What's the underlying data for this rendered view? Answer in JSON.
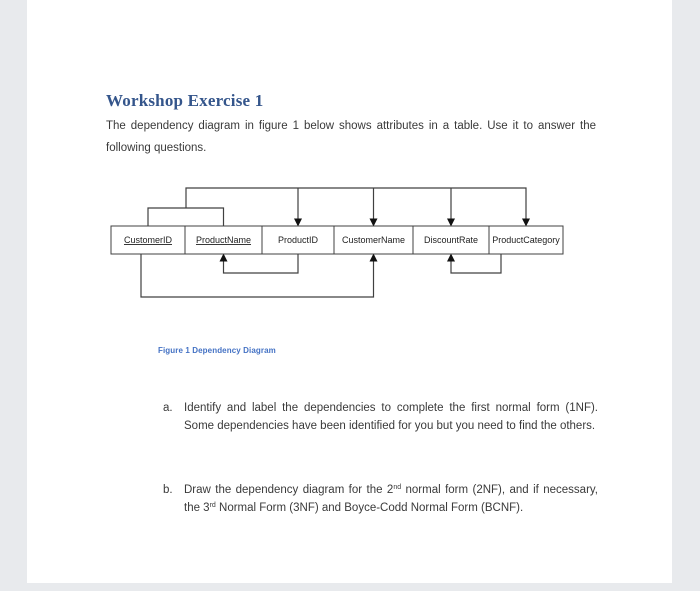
{
  "doc": {
    "title": "Workshop Exercise 1",
    "intro": "The dependency diagram in figure 1 below shows attributes in a table. Use it to answer the following questions.",
    "caption": "Figure 1 Dependency Diagram"
  },
  "diagram": {
    "fields": [
      {
        "label": "CustomerID",
        "key": true
      },
      {
        "label": "ProductName",
        "key": true
      },
      {
        "label": "ProductID",
        "key": false
      },
      {
        "label": "CustomerName",
        "key": false
      },
      {
        "label": "DiscountRate",
        "key": false
      },
      {
        "label": "ProductCategory",
        "key": false
      }
    ],
    "dependencies": [
      {
        "from": "CustomerID+ProductName",
        "to": [
          "ProductID",
          "CustomerName",
          "DiscountRate",
          "ProductCategory"
        ]
      },
      {
        "from": "ProductID",
        "to": [
          "ProductName"
        ]
      },
      {
        "from": "CustomerID",
        "to": [
          "CustomerName"
        ]
      },
      {
        "from": "ProductCategory",
        "to": [
          "DiscountRate"
        ]
      }
    ]
  },
  "questions": [
    {
      "marker": "a.",
      "text": "Identify and label the dependencies to complete the first normal form (1NF). Some dependencies have been identified for you but you need to find the others."
    },
    {
      "marker": "b.",
      "parts": {
        "p1": "Draw the dependency diagram for the 2",
        "s1": "nd",
        "p2": " normal form (2NF), and if necessary, the 3",
        "s2": "rd",
        "p3": " Normal Form (3NF) and Boyce-Codd Normal Form (BCNF)."
      }
    }
  ],
  "colors": {
    "canvas_bg": "#e8eaed",
    "page_bg": "#ffffff",
    "title_blue": "#34558b",
    "caption_blue": "#4472c4",
    "body_text": "#3a3a3a",
    "diagram_line": "#404040"
  }
}
